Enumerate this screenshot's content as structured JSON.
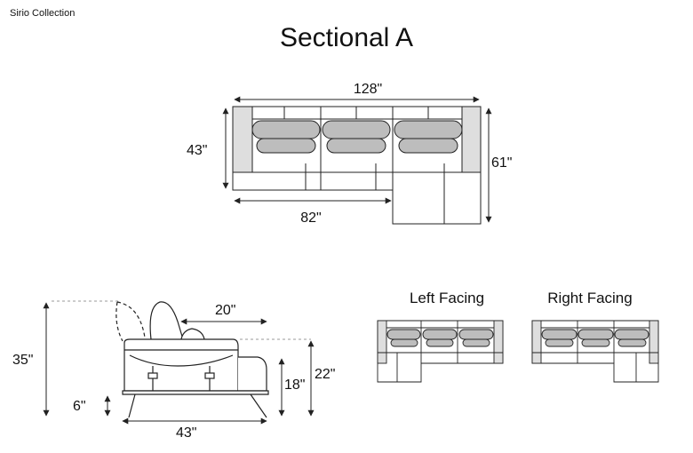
{
  "brand": "Sirio Collection",
  "title": "Sectional A",
  "top_view": {
    "overall_width": "128\"",
    "depth": "43\"",
    "chaise_depth": "61\"",
    "sofa_width": "82\""
  },
  "side_view": {
    "height": "35\"",
    "leg_height": "6\"",
    "seat_depth": "20\"",
    "seat_height": "18\"",
    "arm_height": "22\"",
    "depth": "43\""
  },
  "orientations": {
    "left": "Left Facing",
    "right": "Right Facing"
  },
  "colors": {
    "line": "#222222",
    "cushion": "#bdbdbd",
    "arm": "#dedede"
  }
}
